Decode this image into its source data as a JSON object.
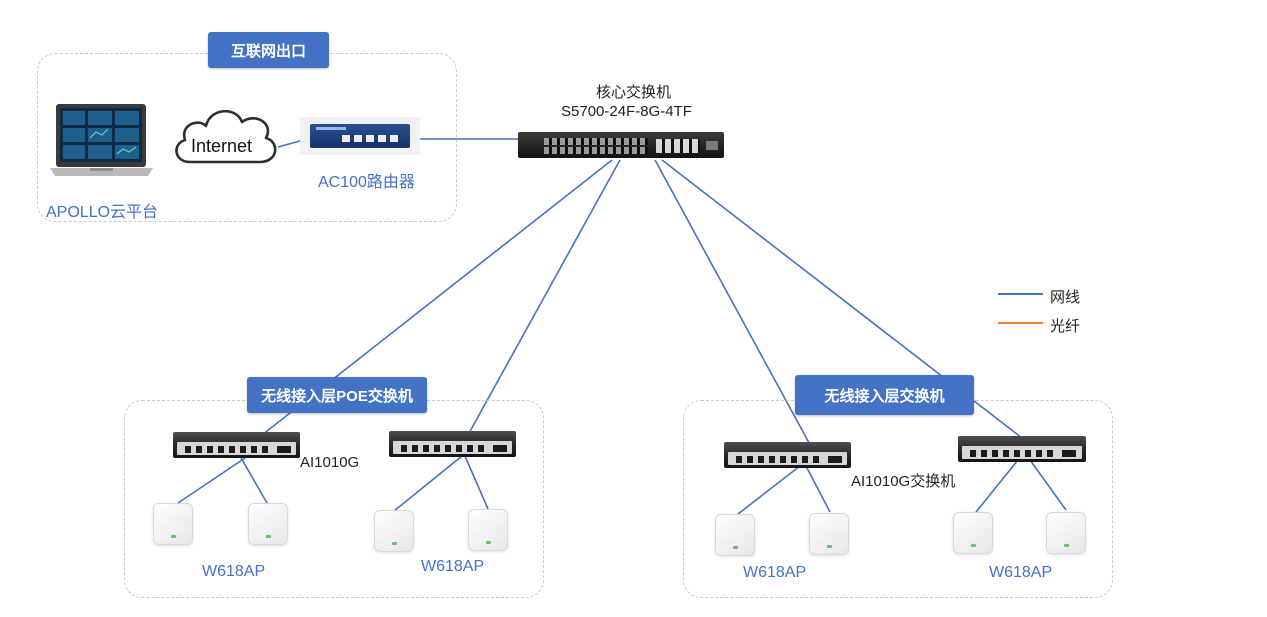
{
  "internet_zone": {
    "tag": "互联网出口"
  },
  "cloud": {
    "label": "APOLLO云平台",
    "cloud_text": "Internet"
  },
  "router": {
    "label": "AC100路由器"
  },
  "core_switch": {
    "title": "核心交换机",
    "model": "S5700-24F-8G-4TF"
  },
  "legend": {
    "items": [
      {
        "label": "网线",
        "color": "#4472c4"
      },
      {
        "label": "光纤",
        "color": "#ed7d31"
      }
    ]
  },
  "left_zone": {
    "tag": "无线接入层POE交换机",
    "switch_label": "AI1010G",
    "ap_label_1": "W618AP",
    "ap_label_2": "W618AP"
  },
  "right_zone": {
    "tag": "无线接入层交换机",
    "switch_label": "AI1010G交换机",
    "ap_label_1": "W618AP",
    "ap_label_2": "W618AP"
  },
  "colors": {
    "accent": "#4472c4",
    "line": "#4472c4",
    "fiber": "#ed7d31"
  }
}
